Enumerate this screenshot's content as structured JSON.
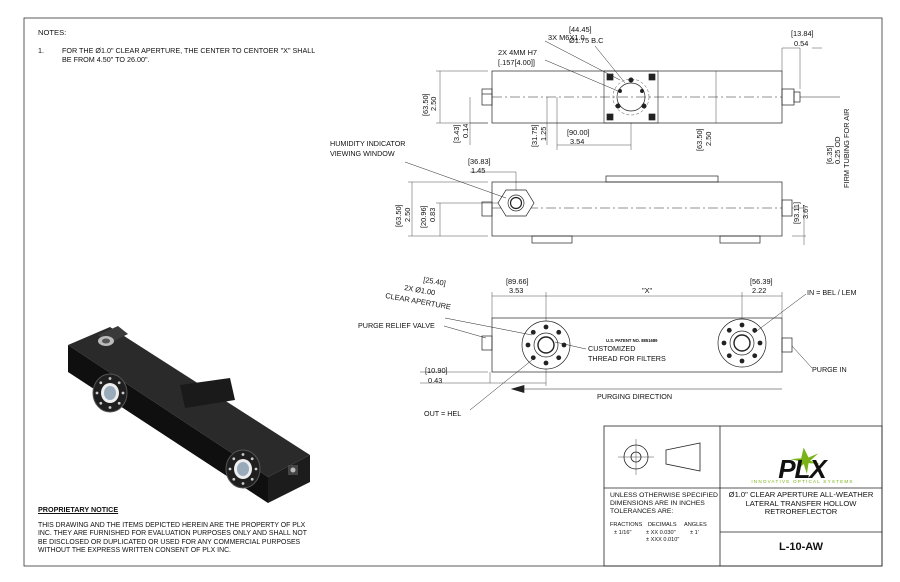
{
  "notes": {
    "title": "NOTES:",
    "item_number": "1.",
    "item_text": "FOR THE Ø1.0\" CLEAR APERTURE, THE CENTER TO CENTOER \"X\" SHALL BE FROM 4.50\" TO 26.00\"."
  },
  "top_view": {
    "screw_label": "3X M6X1.0",
    "bc_metric": "[44.45]",
    "bc_imperial": "Ø1.75 B.C",
    "pin_label": "2X 4MM H7",
    "pin_metric": "[.157[4.00]]",
    "height_metric": "[63.50]",
    "height_imperial": "2.50",
    "offset_metric": "[3.43]",
    "offset_imperial": "0.14",
    "center_metric": "[31.75]",
    "center_imperial": "1.25",
    "length_metric": "[90.00]",
    "length_imperial": "3.54",
    "right_height_metric": "[63.50]",
    "right_height_imperial": "2.50",
    "fitting_metric": "[13.84]",
    "fitting_imperial": "0.54",
    "tubing_label_1": "[6.35]",
    "tubing_label_2": "0.25 OD",
    "tubing_label_3": "FIRM TUBING FOR AIR"
  },
  "side_view": {
    "humidity_label_1": "HUMIDITY INDICATOR",
    "humidity_label_2": "VIEWING WINDOW",
    "window_metric": "[36.83]",
    "window_imperial": "1.45",
    "height_metric": "[63.50]",
    "height_imperial": "2.50",
    "window_h_metric": "[20.96]",
    "window_h_imperial": "0.83",
    "right_metric": "[93.11]",
    "right_imperial": "3.67"
  },
  "front_view": {
    "ca_metric": "[25.40]",
    "ca_imperial": "2X  Ø1.00",
    "ca_label": "CLEAR APERTURE",
    "left_metric": "[89.66]",
    "left_imperial": "3.53",
    "x_label": "\"X\"",
    "right_metric": "[56.39]",
    "right_imperial": "2.22",
    "in_label": "IN = BEL / LEM",
    "purge_relief": "PURGE RELIEF VALVE",
    "patent": "U.S. PATENT NO. 8851689",
    "custom_1": "CUSTOMIZED",
    "custom_2": "THREAD FOR FILTERS",
    "purge_in": "PURGE IN",
    "bottom_metric": "[10.90]",
    "bottom_imperial": "0.43",
    "direction": "PURGING DIRECTION",
    "out_label": "OUT = HEL"
  },
  "proprietary": {
    "title": "PROPRIETARY NOTICE",
    "text": "THIS DRAWING AND THE ITEMS DEPICTED HEREIN ARE THE PROPERTY OF PLX INC. THEY ARE FURNISHED FOR EVALUATION PURPOSES ONLY AND SHALL NOT BE DISCLOSED OR DUPLICATED OR USED FOR ANY COMMERCIAL PURPOSES WITHOUT THE EXPRESS WRITTEN CONSENT OF PLX INC."
  },
  "title_block": {
    "tolerance_1": "UNLESS OTHERWISE SPECIFIED",
    "tolerance_2": "DIMENSIONS ARE IN INCHES",
    "tolerance_3": "TOLERANCES ARE:",
    "fractions_label": "FRACTIONS",
    "fractions_value": "± 1/16\"",
    "decimals_label": "DECIMALS",
    "decimals_xx": "± XX  0.030\"",
    "decimals_xxx": "± XXX 0.010\"",
    "angles_label": "ANGLES",
    "angles_value": "± 1'",
    "logo_text": "PLX",
    "logo_sub": "INNOVATIVE OPTICAL SYSTEMS",
    "description": "Ø1.0\" CLEAR APERTURE ALL-WEATHER LATERAL TRANSFER HOLLOW RETROREFLECTOR",
    "part_number": "L-10-AW"
  },
  "colors": {
    "line": "#222222",
    "body": "#151515",
    "logo_green": "#7ab317"
  }
}
